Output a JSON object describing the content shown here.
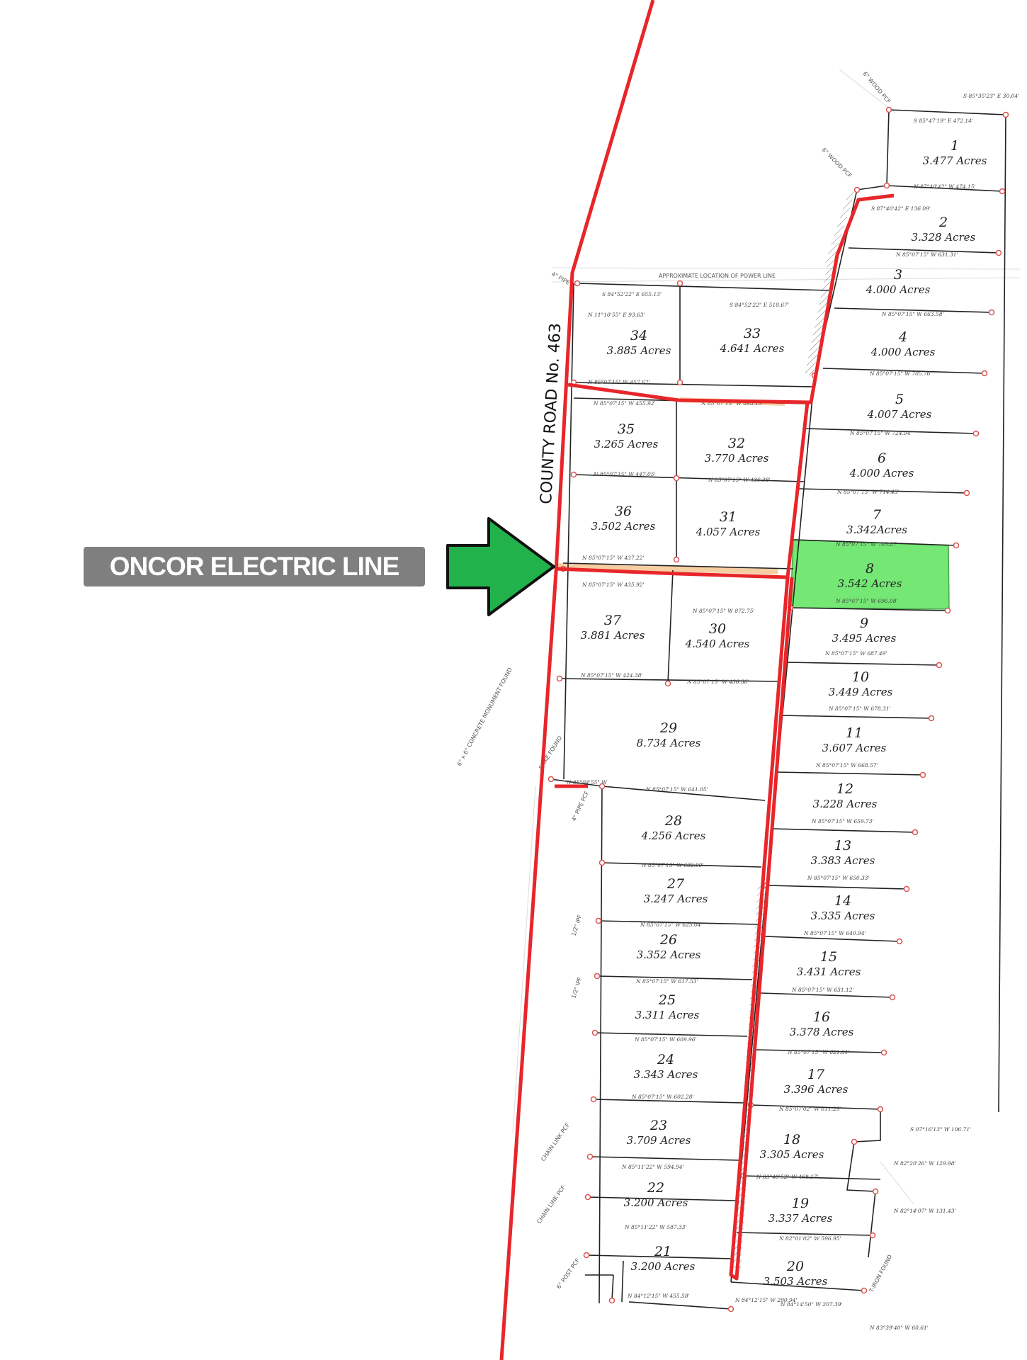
{
  "road_label": "COUNTY ROAD No. 463",
  "callout_label": "ONCOR ELECTRIC LINE",
  "colors": {
    "power_line": "#e8262a",
    "highlight": "#5ce35c",
    "arrow": "#22b24c",
    "callout_bg": "#7f7f7f"
  },
  "highlighted_lot": "8",
  "lots": [
    {
      "n": "1",
      "a": "3.477 Acres"
    },
    {
      "n": "2",
      "a": "3.328 Acres"
    },
    {
      "n": "3",
      "a": "4.000 Acres"
    },
    {
      "n": "4",
      "a": "4.000 Acres"
    },
    {
      "n": "5",
      "a": "4.007 Acres"
    },
    {
      "n": "6",
      "a": "4.000 Acres"
    },
    {
      "n": "7",
      "a": "3.342Acres"
    },
    {
      "n": "8",
      "a": "3.542 Acres"
    },
    {
      "n": "9",
      "a": "3.495 Acres"
    },
    {
      "n": "10",
      "a": "3.449 Acres"
    },
    {
      "n": "11",
      "a": "3.607 Acres"
    },
    {
      "n": "12",
      "a": "3.228 Acres"
    },
    {
      "n": "13",
      "a": "3.383 Acres"
    },
    {
      "n": "14",
      "a": "3.335 Acres"
    },
    {
      "n": "15",
      "a": "3.431 Acres"
    },
    {
      "n": "16",
      "a": "3.378 Acres"
    },
    {
      "n": "17",
      "a": "3.396 Acres"
    },
    {
      "n": "18",
      "a": "3.305 Acres"
    },
    {
      "n": "19",
      "a": "3.337 Acres"
    },
    {
      "n": "20",
      "a": "3.503 Acres"
    },
    {
      "n": "21",
      "a": "3.200 Acres"
    },
    {
      "n": "22",
      "a": "3.200 Acres"
    },
    {
      "n": "23",
      "a": "3.709 Acres"
    },
    {
      "n": "24",
      "a": "3.343 Acres"
    },
    {
      "n": "25",
      "a": "3.311 Acres"
    },
    {
      "n": "26",
      "a": "3.352 Acres"
    },
    {
      "n": "27",
      "a": "3.247 Acres"
    },
    {
      "n": "28",
      "a": "4.256 Acres"
    },
    {
      "n": "29",
      "a": "8.734 Acres"
    },
    {
      "n": "30",
      "a": "4.540 Acres"
    },
    {
      "n": "31",
      "a": "4.057 Acres"
    },
    {
      "n": "32",
      "a": "3.770 Acres"
    },
    {
      "n": "33",
      "a": "4.641 Acres"
    },
    {
      "n": "34",
      "a": "3.885 Acres"
    },
    {
      "n": "35",
      "a": "3.265 Acres"
    },
    {
      "n": "36",
      "a": "3.502 Acres"
    },
    {
      "n": "37",
      "a": "3.881 Acres"
    }
  ],
  "bearings": [
    "S 85°47'19\" E 472.14'",
    "N 87°40'42\" W 474.15'",
    "S 87°40'42\" E 136.09'",
    "N 85°07'15\" W 631.31'",
    "N 85°07'15\" W 663.58'",
    "N 85°07'15\" W 705.76'",
    "N 85°07'15\" W 724.94'",
    "N 85°07'15\" W 714.43'",
    "N 85°07'15\" W 705.87'",
    "N 85°07'15\" W 696.08'",
    "N 85°07'15\" W 687.49'",
    "N 85°07'15\" W 678.31'",
    "N 85°07'15\" W 668.57'",
    "N 85°07'15\" W 659.73'",
    "N 85°07'15\" W 650.33'",
    "N 85°07'15\" W 640.94'",
    "N 85°07'15\" W 631.12'",
    "N 85°07'15\" W 621.31'",
    "N 85°07'02\" W 611.29'",
    "N 83°48'52\" W 468.17'",
    "N 82°01'02\" W 596.95'",
    "N 84°14'50\" W 207.39'",
    "N 84°12'15\" W 290.94'",
    "N 84°12'15\" W 455.58'",
    "N 85°11'22\" W 587.33'",
    "N 85°11'22\" W 594.94'",
    "N 85°07'15\" W 602.28'",
    "N 85°07'15\" W 609.96'",
    "N 85°07'15\" W 617.53'",
    "N 85°07'15\" W 625.04'",
    "N 85°07'15\" W 632.09'",
    "N 85°07'15\" W 641.05'",
    "N 85°04'55\" W",
    "N 85°07'15\" W 424.38'",
    "N 85°07'15\" W 436.38'",
    "N 85°07'15\" W 435.92'",
    "N 85°07'15\" W 872.75'",
    "N 85°07'15\" W 437.22'",
    "N 85°07'15\" W 436.38'",
    "N 85°07'15\" W 447.05'",
    "N 85°07'15\" W 455.92'",
    "N 85°07'15\" W 893.15'",
    "N 85°07'15\" W 457.62'",
    "S 84°52'22\" E 655.13'",
    "S 84°52'22\" E 518.67'",
    "S 85°35'23\" E 30.04'",
    "N 11°10'55\" E 93.63'",
    "S 07°16'13\" W 106.71'",
    "N 82°20'26\" W 129.98'",
    "N 82°14'07\" W 131.43'",
    "N 83°39'40\" W 60.61'"
  ],
  "notes": [
    "6\" WOOD PCF",
    "4\" PIPE",
    "6\" x 6\" CONCRETE MONUMENT FOUND",
    "SPIKE FOUND",
    "4\" PIPE PCF",
    "1/2\" IPF",
    "CHAIN LINK PCF",
    "6\" POST PCF",
    "T-IRON FOUND",
    "APPROXIMATE LOCATION OF POWER LINE"
  ]
}
